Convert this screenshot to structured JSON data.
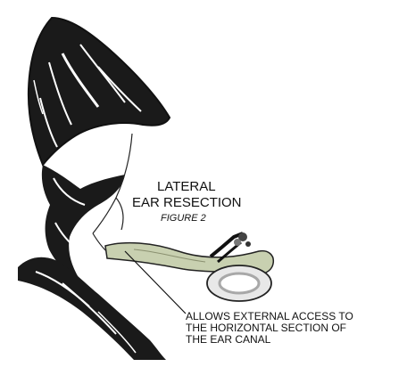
{
  "title": {
    "line1": "LATERAL",
    "line2": "EAR RESECTION"
  },
  "figure": "FIGURE 2",
  "callout": {
    "lines": [
      "ALLOWS EXTERNAL ACCESS TO",
      "THE HORIZONTAL SECTION OF",
      "THE EAR CANAL"
    ]
  },
  "illustration": {
    "subject": "dog ear pinna with lateral ear canal resection",
    "ink_color": "#1a1a1a",
    "canal_fill": "#c8d0b0",
    "canal_ring": "#a8a8a8"
  }
}
